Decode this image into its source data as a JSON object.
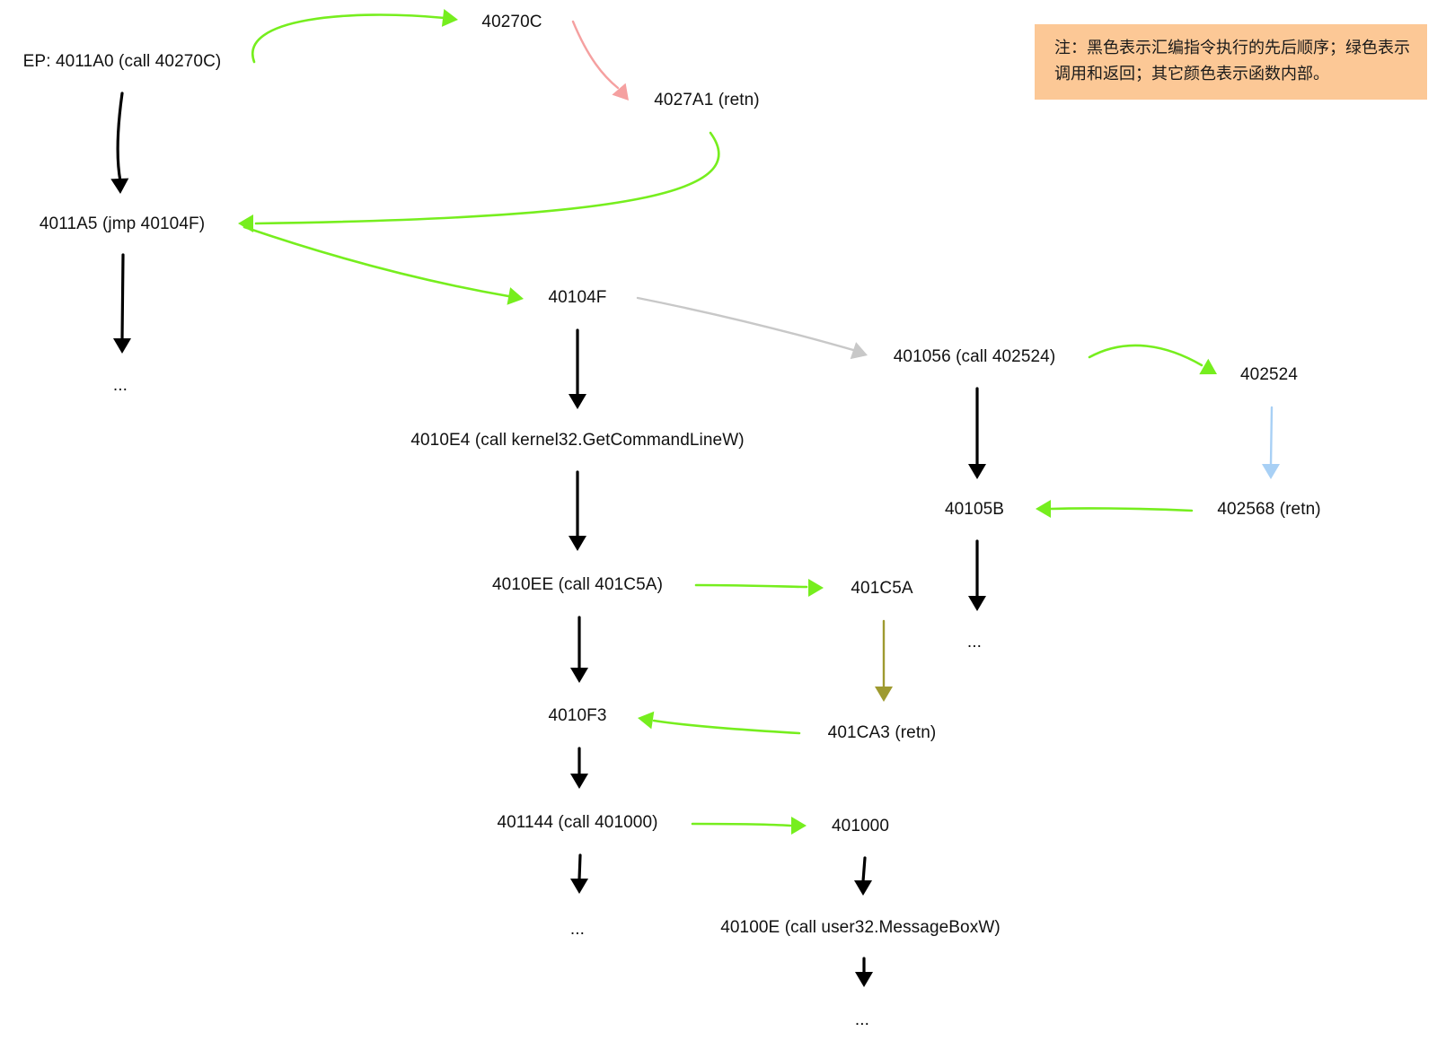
{
  "legend": {
    "note": "注：黑色表示汇编指令执行的先后顺序；绿色表示调用和返回；其它颜色表示函数内部。"
  },
  "colors": {
    "sequence": "#000000",
    "call_return": "#76ee1e",
    "func_40270C": "#f5a0a0",
    "func_40104F": "#c8c8c8",
    "func_402524": "#a8d0f5",
    "func_401C5A": "#9e9a30",
    "note_background": "#fcc896"
  },
  "nodes": {
    "ep": "EP: 4011A0 (call 40270C)",
    "n40270C": "40270C",
    "n4027A1": "4027A1 (retn)",
    "n4011A5": "4011A5 (jmp 40104F)",
    "ell_left": "...",
    "n40104F": "40104F",
    "n401056": "401056 (call 402524)",
    "n402524": "402524",
    "n4010E4": "4010E4 (call kernel32.GetCommandLineW)",
    "n40105B": "40105B",
    "n402568": "402568 (retn)",
    "n4010EE": "4010EE (call 401C5A)",
    "n401C5A": "401C5A",
    "ell_right": "...",
    "n4010F3": "4010F3",
    "n401CA3": "401CA3 (retn)",
    "n401144": "401144 (call 401000)",
    "n401000": "401000",
    "ell_mid": "...",
    "n40100E": "40100E (call user32.MessageBoxW)",
    "ell_bottom": "..."
  }
}
